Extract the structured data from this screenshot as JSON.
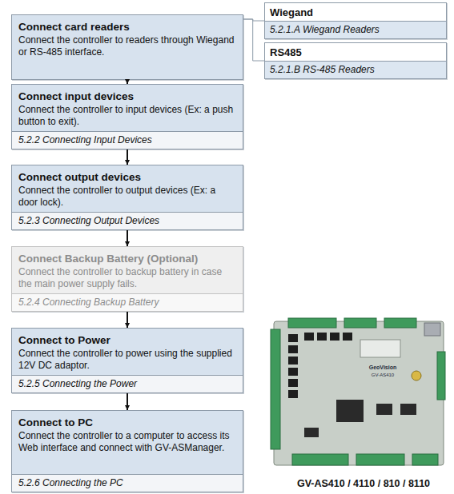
{
  "diagram": {
    "nodes": [
      {
        "text": [
          "Connect card readers",
          "Connect the controller to readers through Wiegand or RS-485 interface."
        ]
      },
      {
        "text": [
          "Connect input devices",
          "Connect the controller to input devices (Ex: a push button to exit).",
          "5.2.2 Connecting Input Devices"
        ]
      },
      {
        "text": [
          "Connect output devices",
          "Connect the controller to output devices (Ex: a door lock).",
          "5.2.3 Connecting Output Devices"
        ]
      },
      {
        "text": [
          "Connect Backup Battery (Optional)",
          "Connect the controller to backup battery in case the main power supply fails.",
          "5.2.4 Connecting Backup Battery"
        ]
      },
      {
        "text": [
          "Connect to Power",
          "Connect the controller to power using the supplied 12V DC adaptor.",
          "5.2.5 Connecting the Power"
        ]
      },
      {
        "text": [
          "Connect to PC",
          "Connect the controller to a computer to access its Web interface and connect with GV-ASManager.",
          "5.2.6 Connecting the PC"
        ]
      },
      {
        "text": [
          "Wiegand",
          "5.2.1.A Wiegand Readers"
        ]
      },
      {
        "text": [
          "RS485",
          "5.2.1.B RS-485 Readers"
        ]
      }
    ],
    "edges": [
      {
        "from": 0,
        "to": 1,
        "arrow": "to"
      },
      {
        "from": 1,
        "to": 2,
        "arrow": "to"
      },
      {
        "from": 2,
        "to": 3,
        "arrow": "to"
      },
      {
        "from": 3,
        "to": 4,
        "arrow": "to"
      },
      {
        "from": 4,
        "to": 5,
        "arrow": "to"
      },
      {
        "from": 0,
        "to": 6,
        "arrow": "none"
      },
      {
        "from": 0,
        "to": 7,
        "arrow": "none"
      }
    ],
    "labels": [
      "GV-AS410 / 4110 / 810 / 8110",
      "GeoVision",
      "GV-AS410"
    ]
  }
}
